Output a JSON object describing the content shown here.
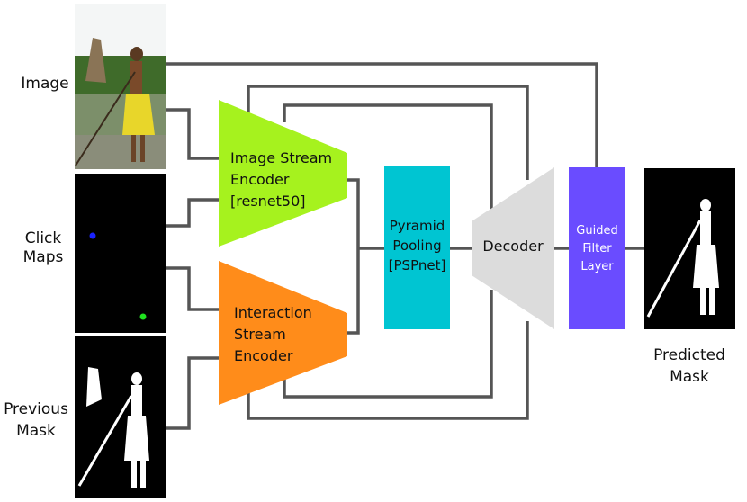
{
  "inputs": {
    "image_label": "Image",
    "click_label_1": "Click",
    "click_label_2": "Maps",
    "mask_label_1": "Previous",
    "mask_label_2": "Mask"
  },
  "blocks": {
    "image_encoder": {
      "line1": "Image Stream",
      "line2": "Encoder",
      "line3": "[resnet50]",
      "color": "#a6f21e"
    },
    "interaction_encoder": {
      "line1": "Interaction",
      "line2": "Stream",
      "line3": "Encoder",
      "color": "#ff8c1a"
    },
    "pyramid": {
      "line1": "Pyramid",
      "line2": "Pooling",
      "line3": "[PSPnet]",
      "color": "#00c5d2"
    },
    "decoder": {
      "label": "Decoder",
      "color": "#dcdcdc"
    },
    "guided": {
      "line1": "Guided",
      "line2": "Filter",
      "line3": "Layer",
      "color": "#6a4cff"
    }
  },
  "output": {
    "label_1": "Predicted",
    "label_2": "Mask"
  }
}
